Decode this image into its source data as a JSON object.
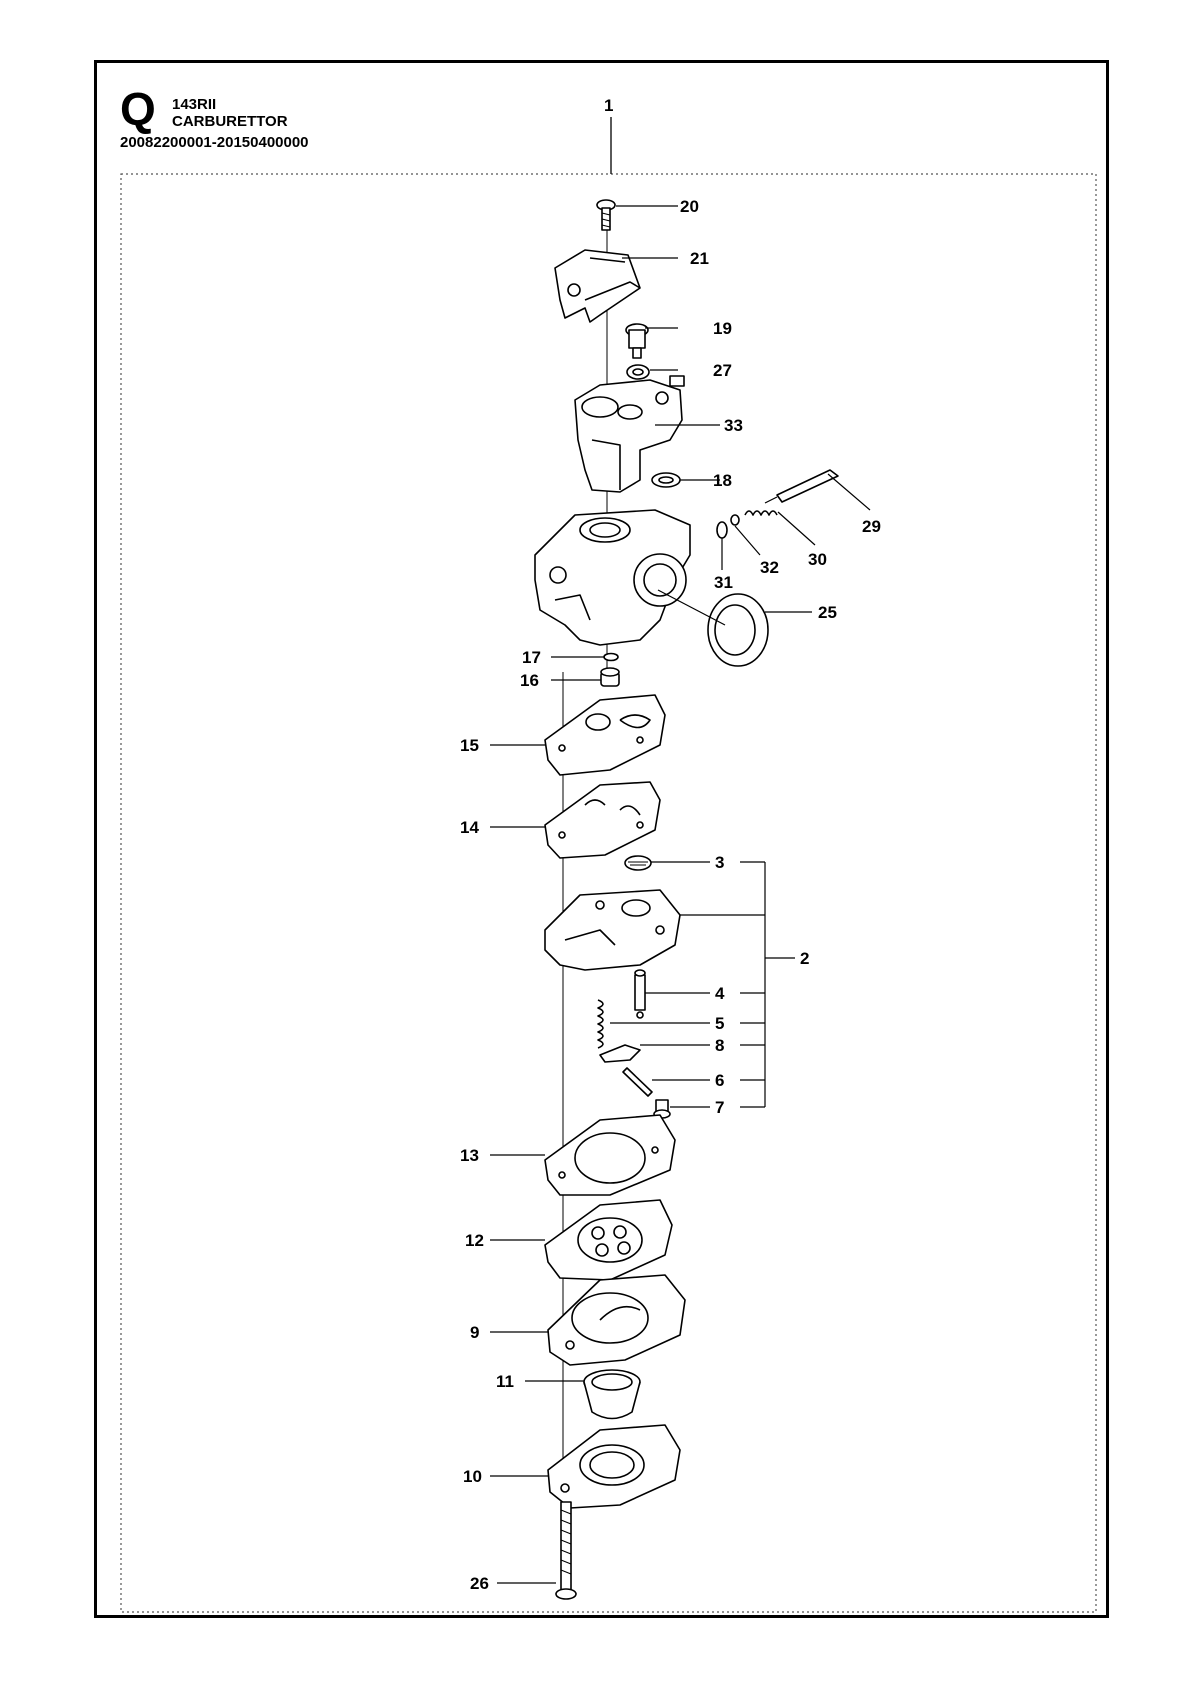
{
  "header": {
    "sheet_letter": "Q",
    "model": "143RII",
    "title": "CARBURETTOR",
    "serial_range": "20082200001-20150400000"
  },
  "callouts": {
    "c1": "1",
    "c2": "2",
    "c3": "3",
    "c4": "4",
    "c5": "5",
    "c6": "6",
    "c7": "7",
    "c8": "8",
    "c9": "9",
    "c10": "10",
    "c11": "11",
    "c12": "12",
    "c13": "13",
    "c14": "14",
    "c15": "15",
    "c16": "16",
    "c17": "17",
    "c18": "18",
    "c19": "19",
    "c20": "20",
    "c21": "21",
    "c25": "25",
    "c26": "26",
    "c27": "27",
    "c29": "29",
    "c30": "30",
    "c31": "31",
    "c32": "32",
    "c33": "33"
  }
}
